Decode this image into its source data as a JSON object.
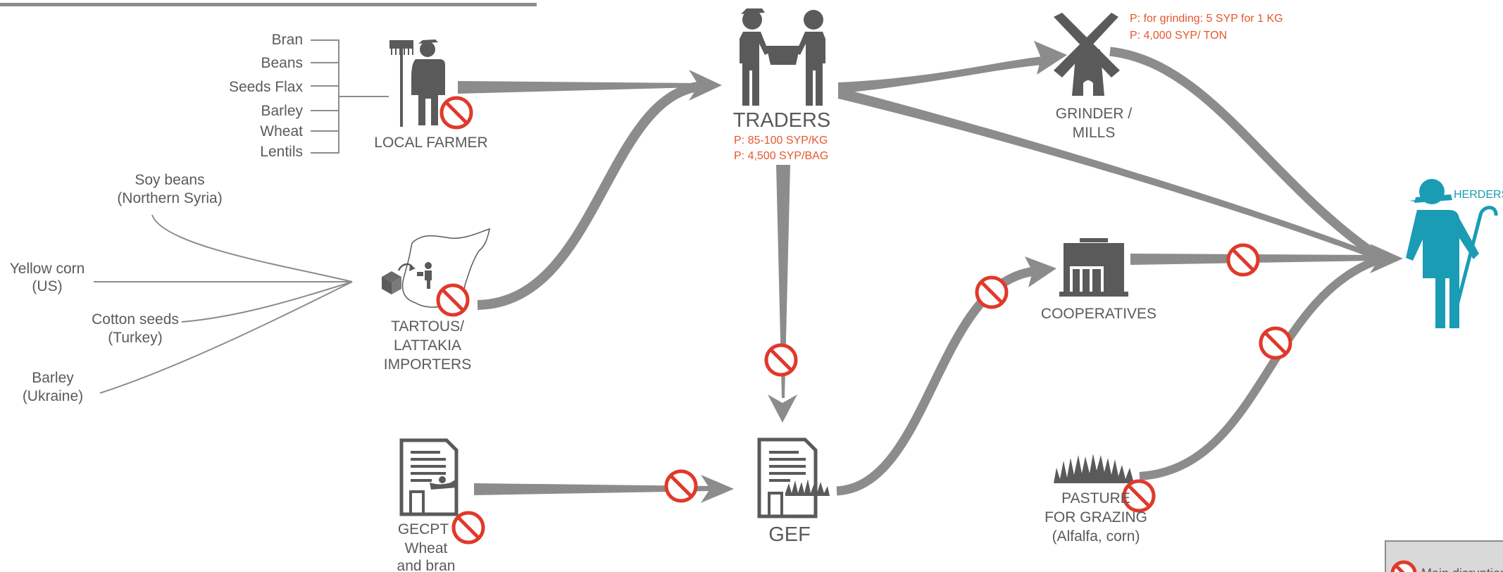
{
  "feed_items": [
    "Bran",
    "Beans",
    "Seeds Flax",
    "Barley",
    "Wheat",
    "Lentils"
  ],
  "imports": [
    {
      "line1": "Soy beans",
      "line2": "(Northern Syria)"
    },
    {
      "line1": "Yellow corn",
      "line2": "(US)"
    },
    {
      "line1": "Cotton seeds",
      "line2": "(Turkey)"
    },
    {
      "line1": "Barley",
      "line2": "(Ukraine)"
    }
  ],
  "nodes": {
    "local_farmer": "LOCAL FARMER",
    "importers": [
      "TARTOUS/",
      "LATTAKIA",
      "IMPORTERS"
    ],
    "gecpt": [
      "GECPT",
      "Wheat",
      "and bran"
    ],
    "traders": "TRADERS",
    "gef": "GEF",
    "grinder": [
      "GRINDER /",
      "MILLS"
    ],
    "cooperatives": "COOPERATIVES",
    "pasture": [
      "PASTURE",
      "FOR GRAZING",
      "(Alfalfa, corn)"
    ],
    "herders": "HERDERS"
  },
  "prices": {
    "traders": [
      "P: 85-100 SYP/KG",
      "P: 4,500 SYP/BAG"
    ],
    "grinder": [
      "P:  for grinding: 5 SYP for 1 KG",
      "P: 4,000 SYP/ TON"
    ]
  },
  "legend": {
    "label": "Main disruptions"
  },
  "colors": {
    "flow": "#8c8c8c",
    "icon": "#5a5a5a",
    "disruption": "#e0392b",
    "price": "#e4572e",
    "herder": "#1a9cb5"
  }
}
